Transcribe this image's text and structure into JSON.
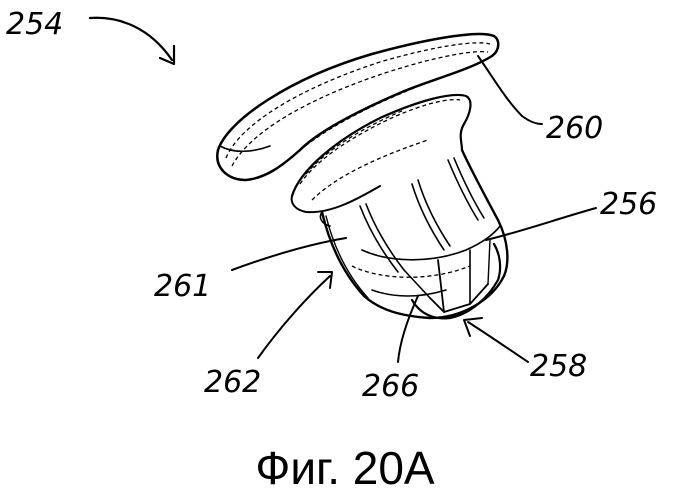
{
  "figure": {
    "caption": "Фиг. 20А",
    "reference_numerals": {
      "assembly": "254",
      "flange": "260",
      "tip": "256",
      "side_wall": "261",
      "lower_edge": "262",
      "slit": "266",
      "opening": "258"
    }
  }
}
